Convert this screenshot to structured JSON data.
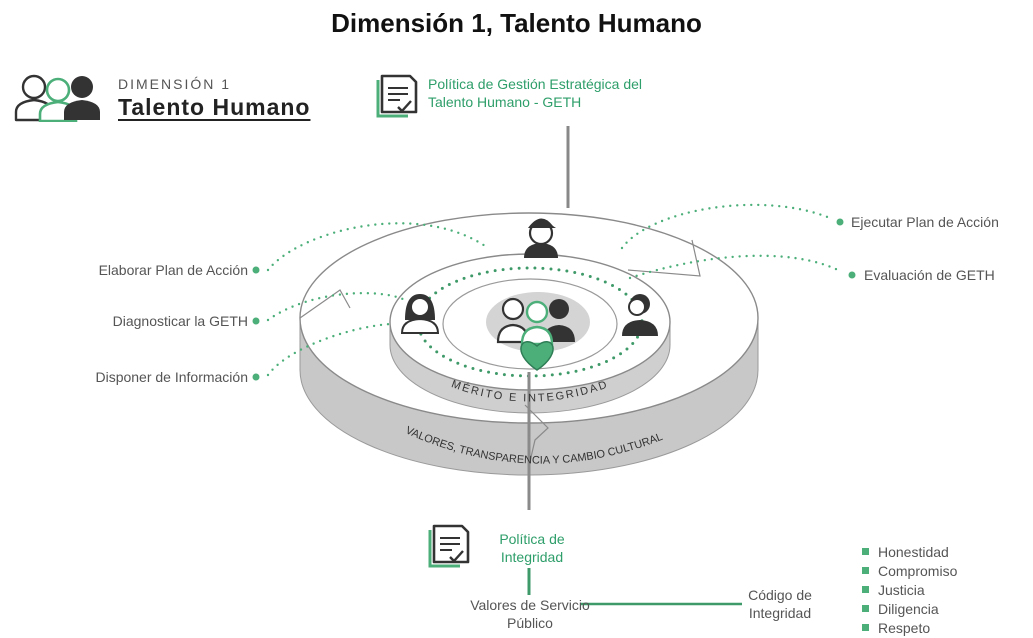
{
  "title": "Dimensión 1, Talento Humano",
  "dimension": {
    "label": "DIMENSIÓN 1",
    "name": "Talento Humano"
  },
  "policy_geth": "Política de Gestión Estratégica del Talento Humano - GETH",
  "left_steps": [
    "Elaborar Plan de Acción",
    "Diagnosticar la GETH",
    "Disponer de Información"
  ],
  "right_steps": [
    "Ejecutar Plan de Acción",
    "Evaluación de GETH"
  ],
  "ring_inner_text": "MÉRITO E INTEGRIDAD",
  "ring_outer_text": "VALORES, TRANSPARENCIA Y CAMBIO CULTURAL",
  "policy_integrity": "Política de Integridad",
  "public_values": "Valores de Servicio Público",
  "code": "Código de Integridad",
  "values": [
    "Honestidad",
    "Compromiso",
    "Justicia",
    "Diligencia",
    "Respeto"
  ],
  "colors": {
    "accent": "#4caf7a",
    "accent_text": "#2e9e6a",
    "ring_gray": "#bdbdbd"
  }
}
